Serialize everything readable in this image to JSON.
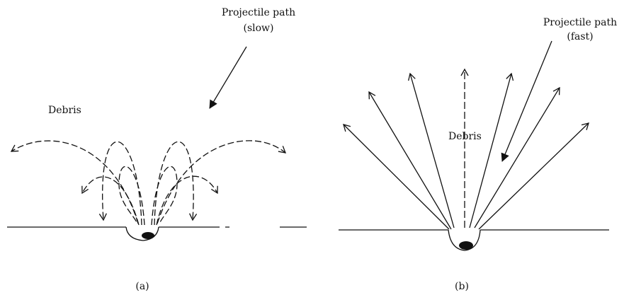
{
  "panel_a": {
    "projectile_label_line1": "Projectile path",
    "projectile_label_line2": "(slow)",
    "debris_label": "Debris",
    "caption": "(a)"
  },
  "panel_b": {
    "projectile_label_line1": "Projectile path",
    "projectile_label_line2": "(fast)",
    "debris_label": "Debris",
    "caption": "(b)"
  },
  "colors": {
    "ink": "#111111",
    "background": "#ffffff"
  }
}
